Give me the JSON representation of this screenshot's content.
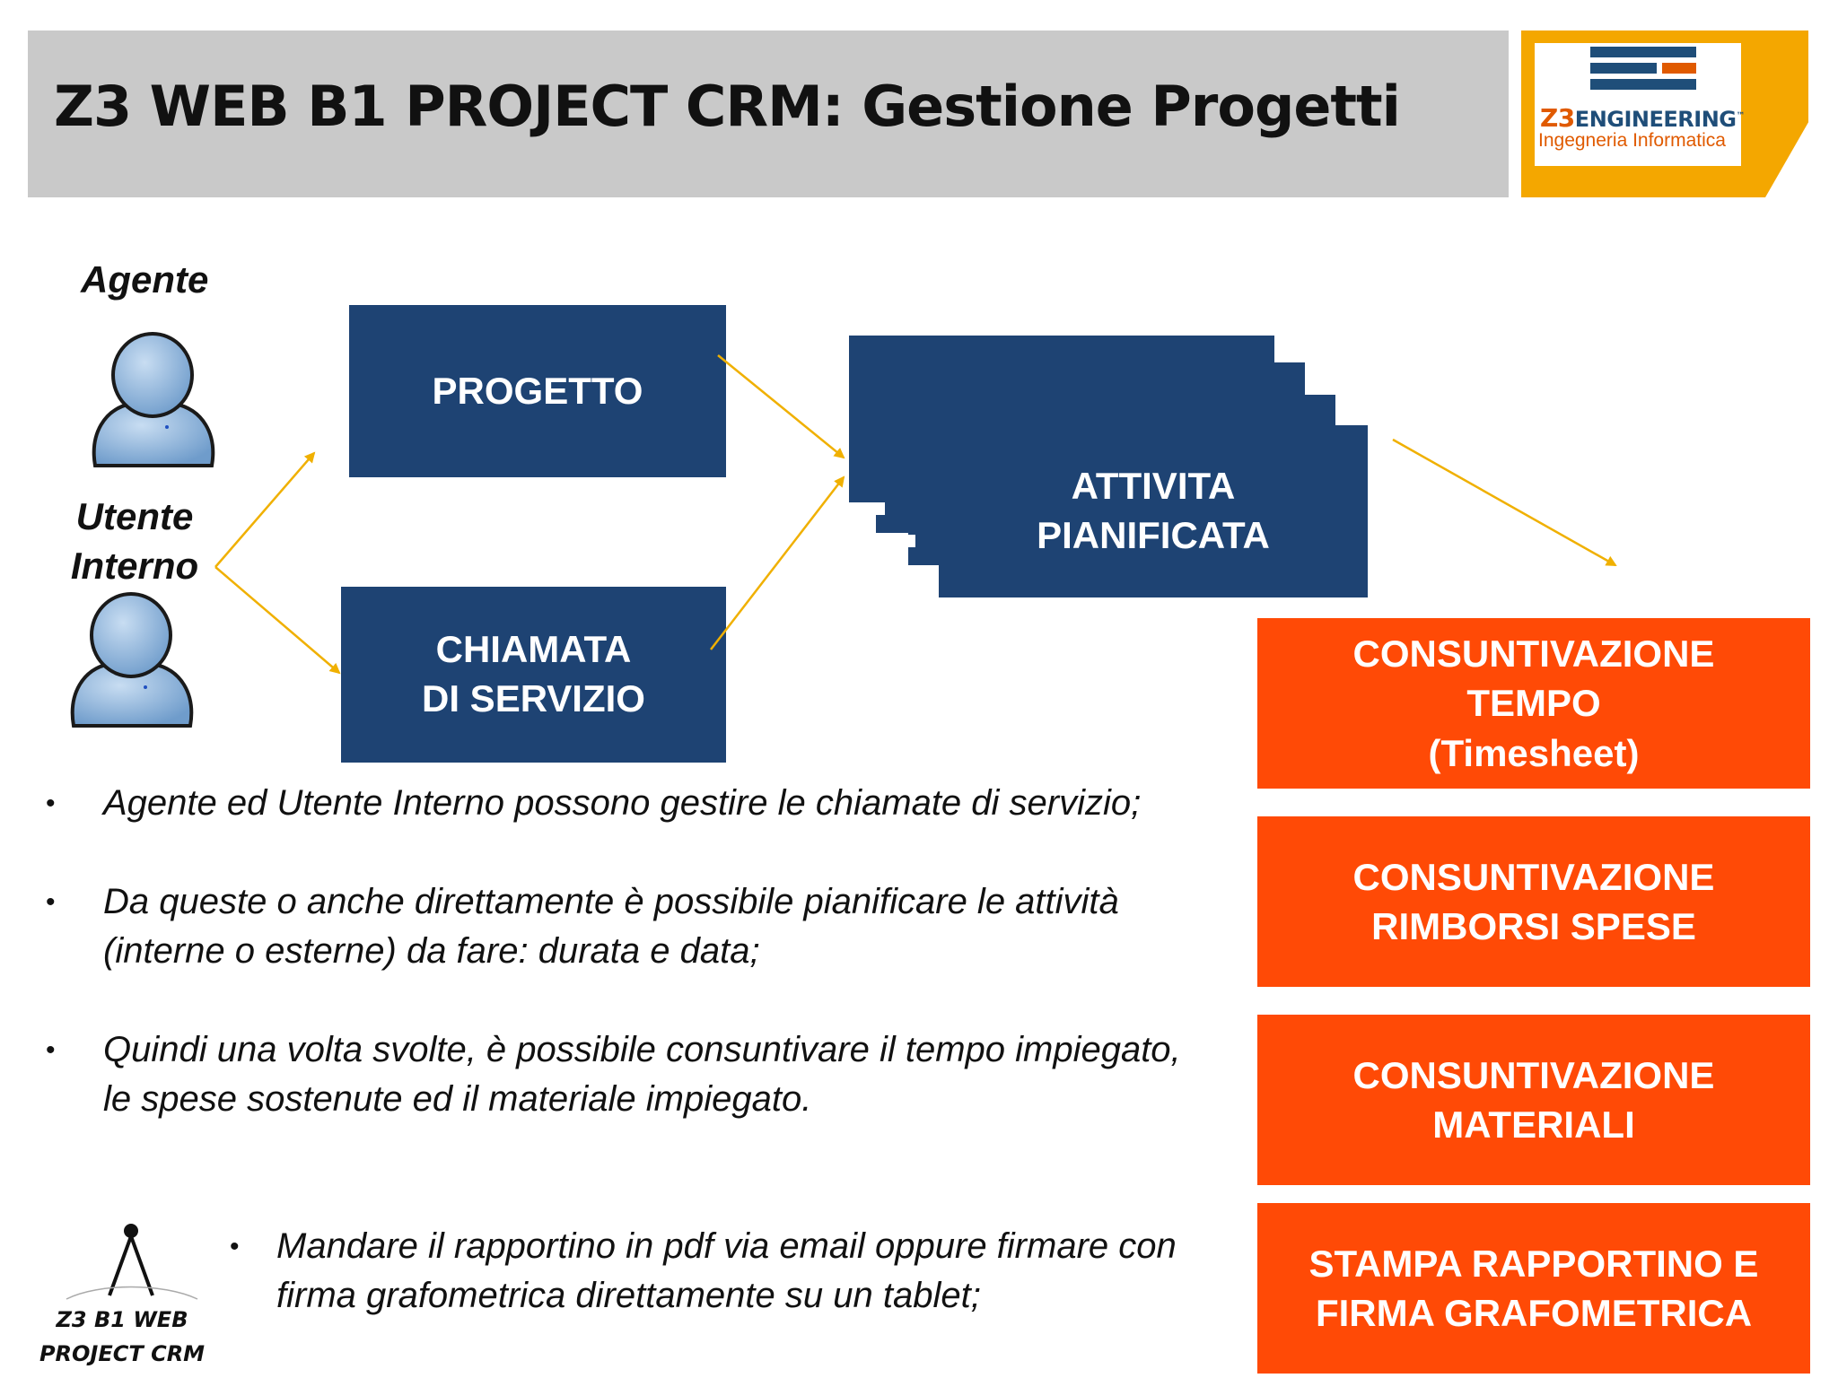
{
  "header": {
    "title": "Z3 WEB B1 PROJECT CRM: Gestione Progetti"
  },
  "logo": {
    "brand_prefix": "Z3",
    "brand_name": "ENGINEERING",
    "trademark": "™",
    "tagline": "Ingegneria Informatica",
    "colors": {
      "frame": "#f4a700",
      "navy": "#1f4e79",
      "orange": "#e05a00"
    }
  },
  "people": {
    "agent_label": "Agente",
    "internal_user_label_line1": "Utente",
    "internal_user_label_line2": "Interno",
    "icon": "person-icon"
  },
  "flow": {
    "project": "PROGETTO",
    "service_call_line1": "CHIAMATA",
    "service_call_line2": "DI SERVIZIO",
    "planned_activity_line1": "ATTIVITA",
    "planned_activity_line2": "PIANIFICATA",
    "colors": {
      "box": "#1e4373",
      "arrow": "#f0b000"
    }
  },
  "outcomes": [
    {
      "line1": "CONSUNTIVAZIONE",
      "line2": "TEMPO",
      "line3": "(Timesheet)"
    },
    {
      "line1": "CONSUNTIVAZIONE",
      "line2": "RIMBORSI SPESE"
    },
    {
      "line1": "CONSUNTIVAZIONE",
      "line2": "MATERIALI"
    },
    {
      "line1": "STAMPA RAPPORTINO E",
      "line2": "FIRMA GRAFOMETRICA"
    }
  ],
  "outcome_color": "#ff4a06",
  "bullets": [
    "Agente ed Utente Interno possono gestire le chiamate di servizio;",
    "Da queste o anche direttamente è possibile pianificare le attività (interne o esterne) da fare: durata e data;",
    "Quindi una volta svolte, è possibile consuntivare il tempo impiegato, le spese sostenute ed il materiale impiegato."
  ],
  "bullet_marker": "•",
  "product_logo": {
    "line1": "Z3 B1 WEB",
    "line2": "PROJECT CRM",
    "icon": "compass-icon"
  },
  "extra_bullet": "Mandare il rapportino in pdf via email oppure firmare con firma grafometrica direttamente su un tablet;"
}
